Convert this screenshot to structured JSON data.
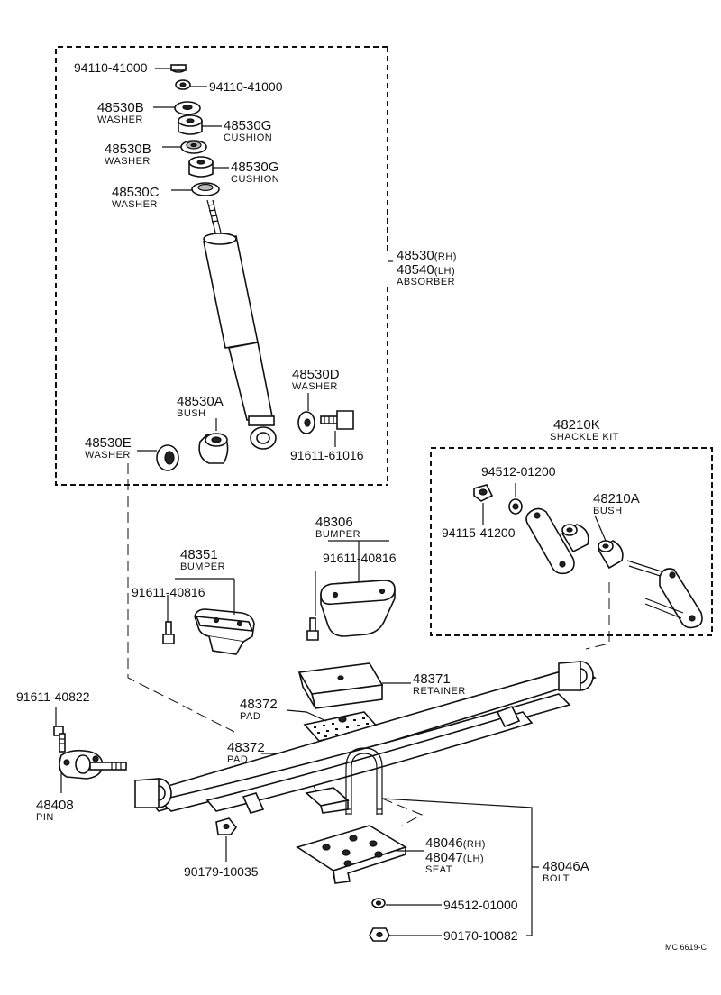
{
  "parts": {
    "p_94110_a": "94110-41000",
    "p_94110_b": "94110-41000",
    "p_48530b_1": "48530B",
    "p_48530b_1_sub": "WASHER",
    "p_48530g_1": "48530G",
    "p_48530g_1_sub": "CUSHION",
    "p_48530b_2": "48530B",
    "p_48530b_2_sub": "WASHER",
    "p_48530g_2": "48530G",
    "p_48530g_2_sub": "CUSHION",
    "p_48530c": "48530C",
    "p_48530c_sub": "WASHER",
    "p_48530_rh": "48530",
    "p_48530_rh_suffix": "(RH)",
    "p_48540_lh": "48540",
    "p_48540_lh_suffix": "(LH)",
    "p_absorber_sub": "ABSORBER",
    "p_48530d": "48530D",
    "p_48530d_sub": "WASHER",
    "p_48530a": "48530A",
    "p_48530a_sub": "BUSH",
    "p_48530e": "48530E",
    "p_48530e_sub": "WASHER",
    "p_91611_61016": "91611-61016",
    "p_48210k": "48210K",
    "p_48210k_sub": "SHACKLE KIT",
    "p_94512_01200": "94512-01200",
    "p_48210a": "48210A",
    "p_48210a_sub": "BUSH",
    "p_94115_41200": "94115-41200",
    "p_48306": "48306",
    "p_48306_sub": "BUMPER",
    "p_91611_40816_a": "91611-40816",
    "p_48351": "48351",
    "p_48351_sub": "BUMPER",
    "p_91611_40816_b": "91611-40816",
    "p_91611_40822": "91611-40822",
    "p_48371": "48371",
    "p_48371_sub": "RETAINER",
    "p_48372_a": "48372",
    "p_48372_a_sub": "PAD",
    "p_48372_b": "48372",
    "p_48372_b_sub": "PAD",
    "p_48408": "48408",
    "p_48408_sub": "PIN",
    "p_90179_10035": "90179-10035",
    "p_48046_rh": "48046",
    "p_48046_rh_suffix": "(RH)",
    "p_48047_lh": "48047",
    "p_48047_lh_suffix": "(LH)",
    "p_seat_sub": "SEAT",
    "p_48046a": "48046A",
    "p_48046a_sub": "BOLT",
    "p_94512_01000": "94512-01000",
    "p_90170_10082": "90170-10082"
  },
  "footer": {
    "code": "MC  6619-C"
  }
}
